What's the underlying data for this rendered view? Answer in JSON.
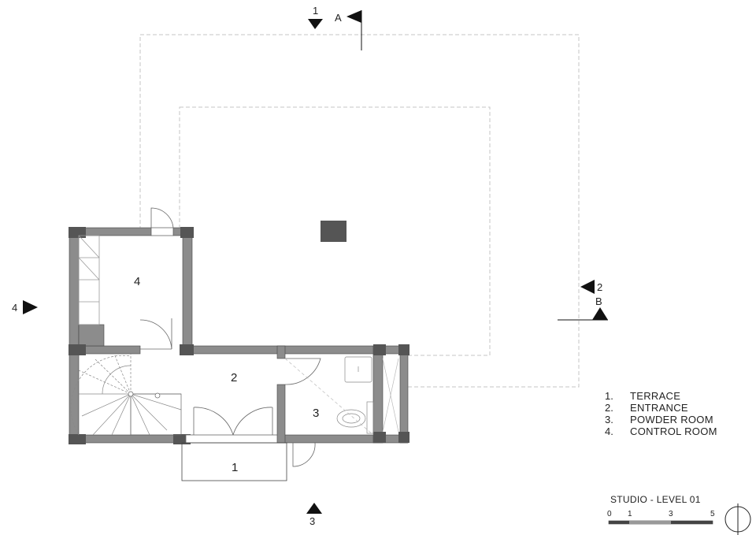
{
  "section_marks": {
    "top_number": "1",
    "top_letter": "A",
    "right_number": "2",
    "right_letter": "B",
    "bottom_number": "3",
    "left_number": "4"
  },
  "rooms": {
    "control_room": "4",
    "entrance": "2",
    "powder_room": "3",
    "terrace": "1"
  },
  "legend": [
    {
      "num": "1.",
      "label": "TERRACE"
    },
    {
      "num": "2.",
      "label": "ENTRANCE"
    },
    {
      "num": "3.",
      "label": "POWDER ROOM"
    },
    {
      "num": "4.",
      "label": "CONTROL ROOM"
    }
  ],
  "title": "STUDIO - LEVEL 01",
  "scale_bar": {
    "ticks": [
      "0",
      "1",
      "3",
      "5"
    ]
  },
  "colors": {
    "wall": "#8c8c8c",
    "column": "#555555",
    "line": "#222222",
    "dashed": "#bdbdbd"
  }
}
